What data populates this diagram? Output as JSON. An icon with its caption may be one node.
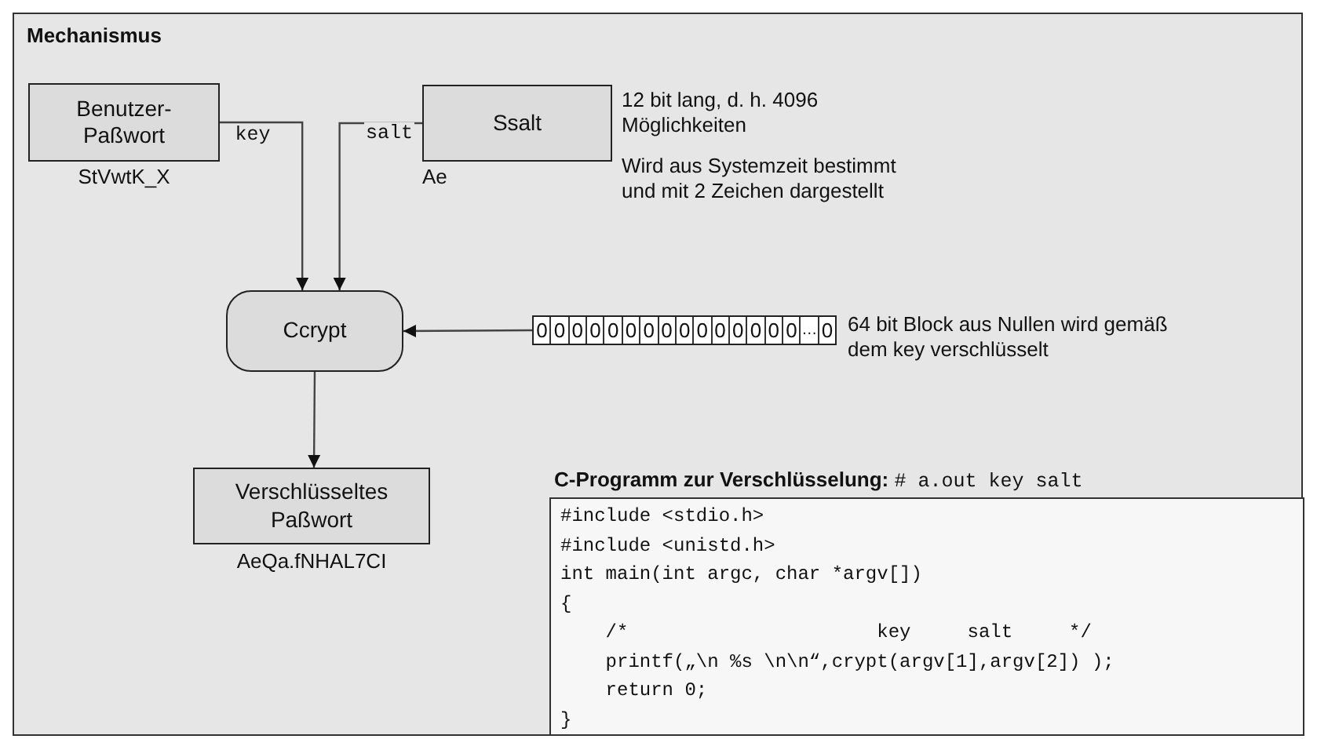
{
  "diagram": {
    "nodes": [
      {
        "text": [
          "Mechanismus"
        ]
      },
      {
        "text": [
          "Benutzer- Paßwort"
        ],
        "in": 0,
        "beside": [
          "StVwtK_X"
        ]
      },
      {
        "text": [
          "Ssalt"
        ],
        "in": 0,
        "beside": [
          "Ae",
          "12 bit lang,  d. h. 4096 Möglichkeiten",
          "Wird aus Systemzeit bestimmt und mit 2 Zeichen dargestellt"
        ]
      },
      {
        "text": [
          "Ccrypt"
        ],
        "in": 0
      },
      {
        "text": [
          "0",
          "0",
          "0",
          "0",
          "0",
          "0",
          "0",
          "0",
          "0",
          "0",
          "0",
          "0",
          "0",
          "0",
          "0",
          "…",
          "0"
        ],
        "in": 0,
        "beside": [
          "64 bit Block aus Nullen wird gemäß dem key verschlüsselt"
        ]
      },
      {
        "text": [
          "Verschlüsseltes Paßwort"
        ],
        "in": 0,
        "beside": [
          "AeQa.fNHAL7CI"
        ]
      },
      {
        "text": [
          "C-Programm zur Verschlüsselung:",
          "# a.out key salt",
          "#include <stdio.h>",
          "#include <unistd.h>",
          "int main(int argc, char *argv[])",
          "{",
          "    /*                      key     salt     */",
          "    printf(„\\n %s \\n\\n“,crypt(argv[1],argv[2]) );",
          "    return 0;",
          "}"
        ],
        "in": 0
      }
    ],
    "edges": [
      {
        "from": 1,
        "to": 3,
        "arrow": "to",
        "label": "key"
      },
      {
        "from": 2,
        "to": 3,
        "arrow": "to",
        "label": "salt"
      },
      {
        "from": 4,
        "to": 3,
        "arrow": "to"
      },
      {
        "from": 3,
        "to": 5,
        "arrow": "to"
      }
    ]
  }
}
